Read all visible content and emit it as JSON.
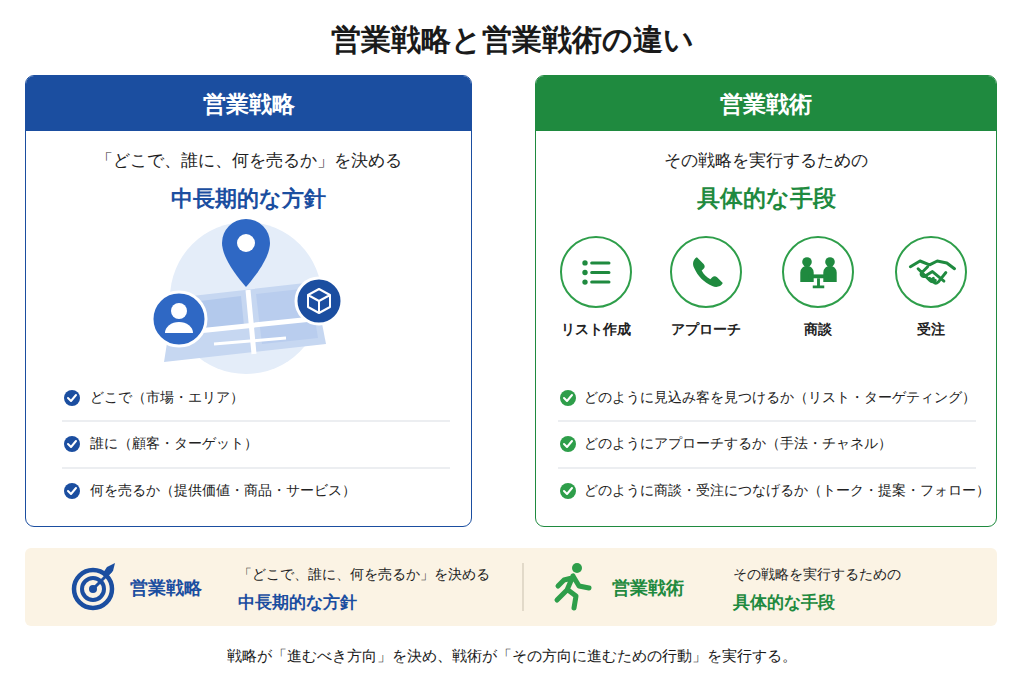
{
  "diagram": {
    "title": "営業戦略と営業戦術の違い",
    "caption": "戦略が「進むべき方向」を決め、戦術が「その方向に進むための行動」を実行する。",
    "nodes": [
      {
        "text": [
          "営業戦略",
          "「どこで、誰に、何を売るか」を決める",
          "中長期的な方針",
          "どこで（市場・エリア）",
          "誰に（顧客・ターゲット）",
          "何を売るか（提供価値・商品・サービス）"
        ]
      },
      {
        "text": [
          "営業戦術",
          "その戦略を実行するための",
          "具体的な手段",
          "どのように見込み客を見つけるか（リスト・ターゲティング）",
          "どのようにアプローチするか（手法・チャネル）",
          "どのように商談・受注につなげるか（トーク・提案・フォロー）"
        ]
      },
      {
        "text": [
          "リスト作成"
        ],
        "in": 1
      },
      {
        "text": [
          "アプローチ"
        ],
        "in": 1
      },
      {
        "text": [
          "商談"
        ],
        "in": 1
      },
      {
        "text": [
          "受注"
        ],
        "in": 1
      },
      {
        "text": [
          "営業戦略",
          "「どこで、誰に、何を売るか」を決める",
          "中長期的な方針",
          "営業戦術",
          "その戦略を実行するための",
          "具体的な手段"
        ]
      }
    ],
    "edges": [
      {
        "from": 0,
        "to": 1,
        "arrow": "both"
      },
      {
        "from": 2,
        "to": 3,
        "arrow": "to"
      },
      {
        "from": 3,
        "to": 4,
        "arrow": "to"
      },
      {
        "from": 4,
        "to": 5,
        "arrow": "to"
      }
    ]
  }
}
